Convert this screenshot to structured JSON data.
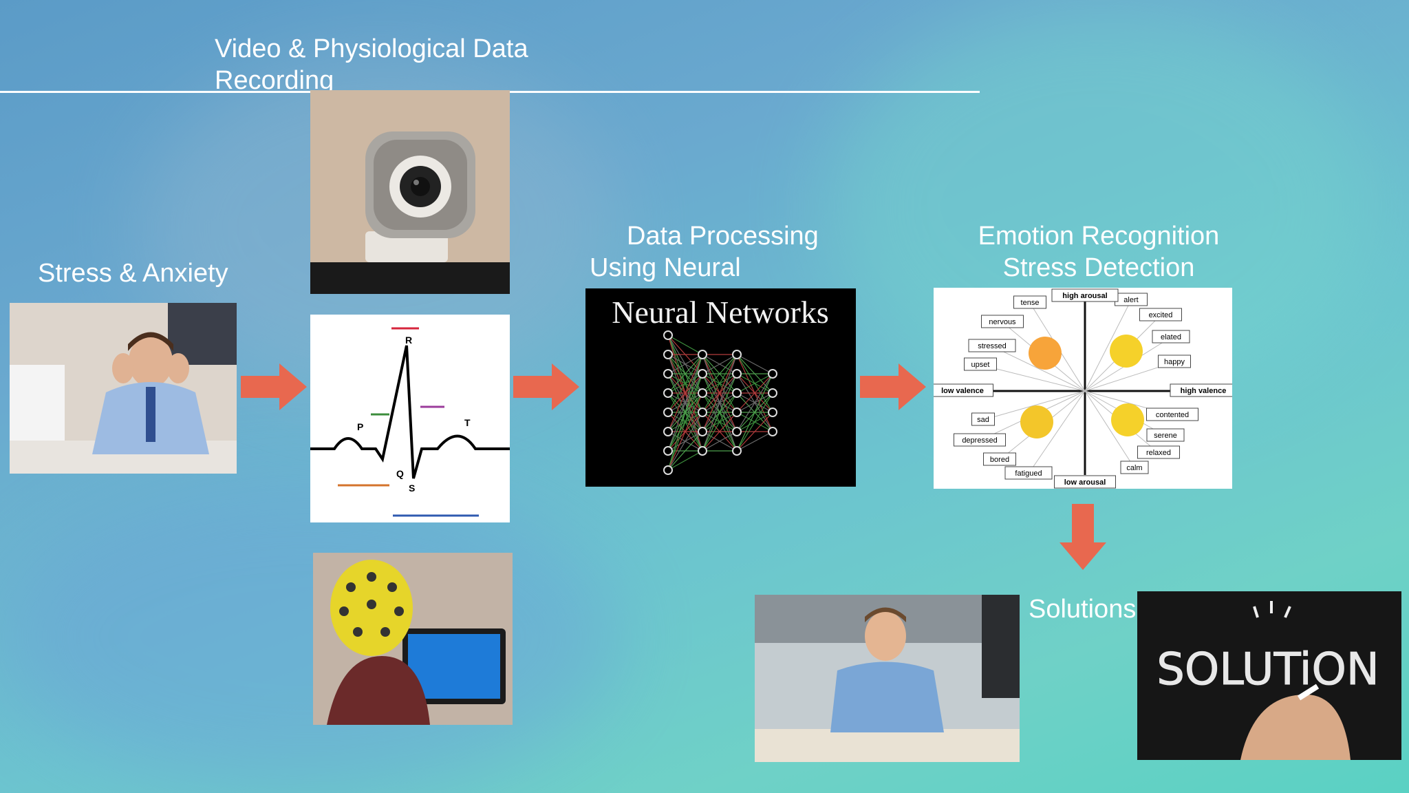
{
  "title": "Video & Physiological Data Recording",
  "stress_label": "Stress & Anxiety",
  "processing_label": "Data Processing Using Neural Networks",
  "neural_image_caption": "Neural Networks",
  "emotion_label": "Emotion Recognition Stress Detection",
  "solutions_label": "Solutions",
  "solution_chalk_text": "SOLUTiON",
  "ecg_labels": {
    "p": "P",
    "q": "Q",
    "r": "R",
    "s": "S",
    "t": "T"
  },
  "emotion_wheel": {
    "high_arousal": "high arousal",
    "low_arousal": "low arousal",
    "low_valence": "low valence",
    "high_valence": "high valence",
    "words": [
      "tense",
      "nervous",
      "stressed",
      "upset",
      "alert",
      "excited",
      "elated",
      "happy",
      "sad",
      "depressed",
      "bored",
      "fatigued",
      "contented",
      "serene",
      "relaxed",
      "calm"
    ]
  },
  "colors": {
    "arrow": "#e8684f",
    "accent_line": "#ffffff"
  }
}
